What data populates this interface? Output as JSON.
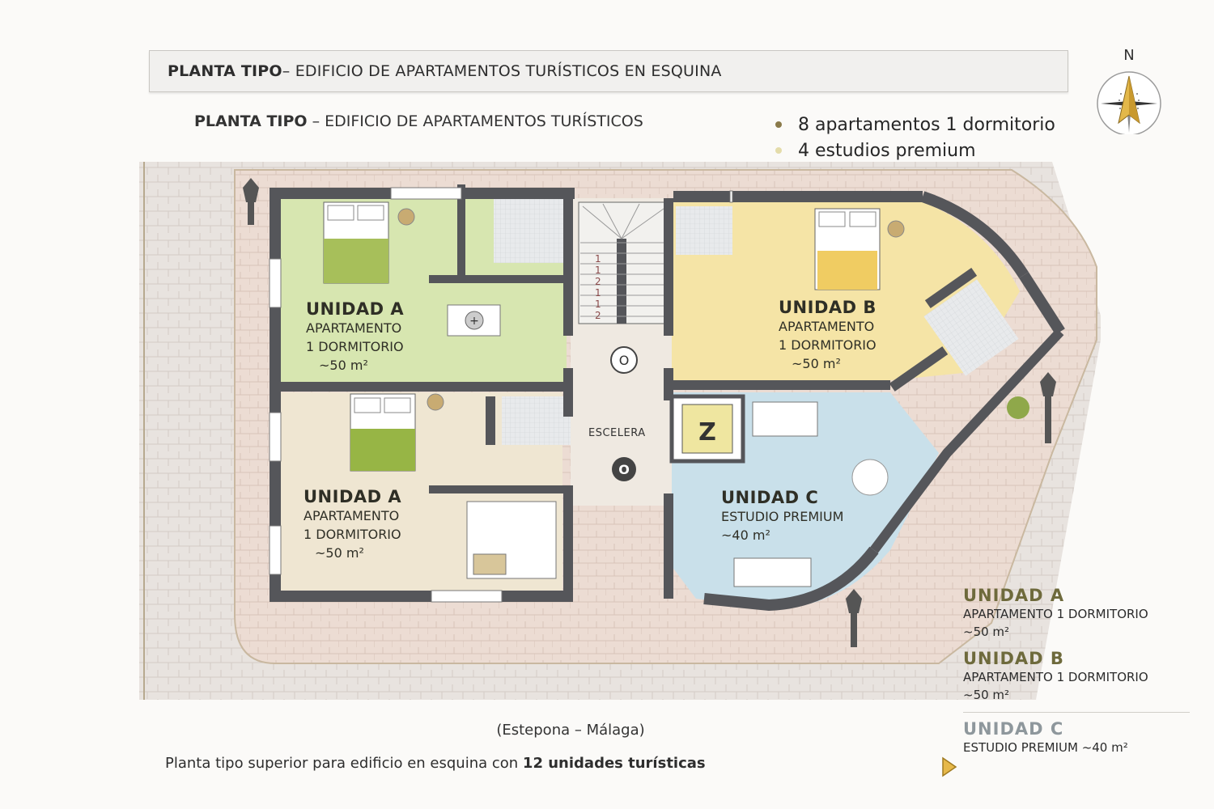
{
  "header": {
    "title_bold": "PLANTA TIPO",
    "title_rest": " – EDIFICIO DE APARTAMENTOS TURÍSTICOS EN ESQUINA",
    "subtitle_bold": "PLANTA TIPO",
    "subtitle_rest": " – EDIFICIO DE APARTAMENTOS TURÍSTICOS"
  },
  "summary": {
    "items": [
      {
        "label": "8 apartamentos 1 dormitorio",
        "dot_color": "#8a7a4a"
      },
      {
        "label": "4 estudios premium",
        "dot_color": "#e4dcaa"
      }
    ]
  },
  "compass": {
    "north_label": "N",
    "icon": "compass-rose-icon",
    "needle_color": "#e3b84a"
  },
  "plan": {
    "colors": {
      "unit_a_top": "#d7e6b0",
      "unit_a_bottom": "#efe6d2",
      "unit_b": "#f5e4a6",
      "unit_c": "#c9e0ea",
      "wall": "#55565a",
      "pavement": "#e9ded6",
      "street": "#e7e4e2",
      "common": "#efe9e1",
      "lift": "#efe6a0"
    },
    "units": [
      {
        "id": "a-top",
        "name": "UNIDAD A",
        "type_line1": "APARTAMENTO",
        "type_line2": "1 DORMITORIO",
        "area": "~50 m²"
      },
      {
        "id": "a-bottom",
        "name": "UNIDAD A",
        "type_line1": "APARTAMENTO",
        "type_line2": "1 DORMITORIO",
        "area": "~50 m²"
      },
      {
        "id": "b",
        "name": "UNIDAD B",
        "type_line1": "APARTAMENTO",
        "type_line2": "1 DORMITORIO",
        "area": "~50 m²"
      },
      {
        "id": "c",
        "name": "UNIDAD C",
        "type_line1": "ESTUDIO PREMIUM",
        "type_line2": "",
        "area": "~40 m²"
      }
    ],
    "stair_label": "ESCELERA",
    "stair_numbers": [
      "1",
      "1",
      "2",
      "1",
      "1",
      "2"
    ],
    "lift_label": "Z",
    "landing_marks": [
      "O",
      "O"
    ]
  },
  "legend": {
    "items": [
      {
        "name": "UNIDAD A",
        "line1": "APARTAMENTO 1 DORMITORIO",
        "line2": "~50 m²",
        "color": "#6e6a3c"
      },
      {
        "name": "UNIDAD B",
        "line1": "APARTAMENTO 1 DORMITORIO",
        "line2": "~50 m²",
        "color": "#6e6a3c"
      },
      {
        "name": "UNIDAD C",
        "line1": "ESTUDIO PREMIUM ~40 m²",
        "line2": "",
        "color": "#8e979c"
      }
    ],
    "marker_color": "#e6b84a"
  },
  "footer": {
    "location": "(Estepona – Málaga)",
    "caption_rest": "Planta tipo superior para edificio en esquina con ",
    "caption_bold": "12 unidades turísticas"
  }
}
